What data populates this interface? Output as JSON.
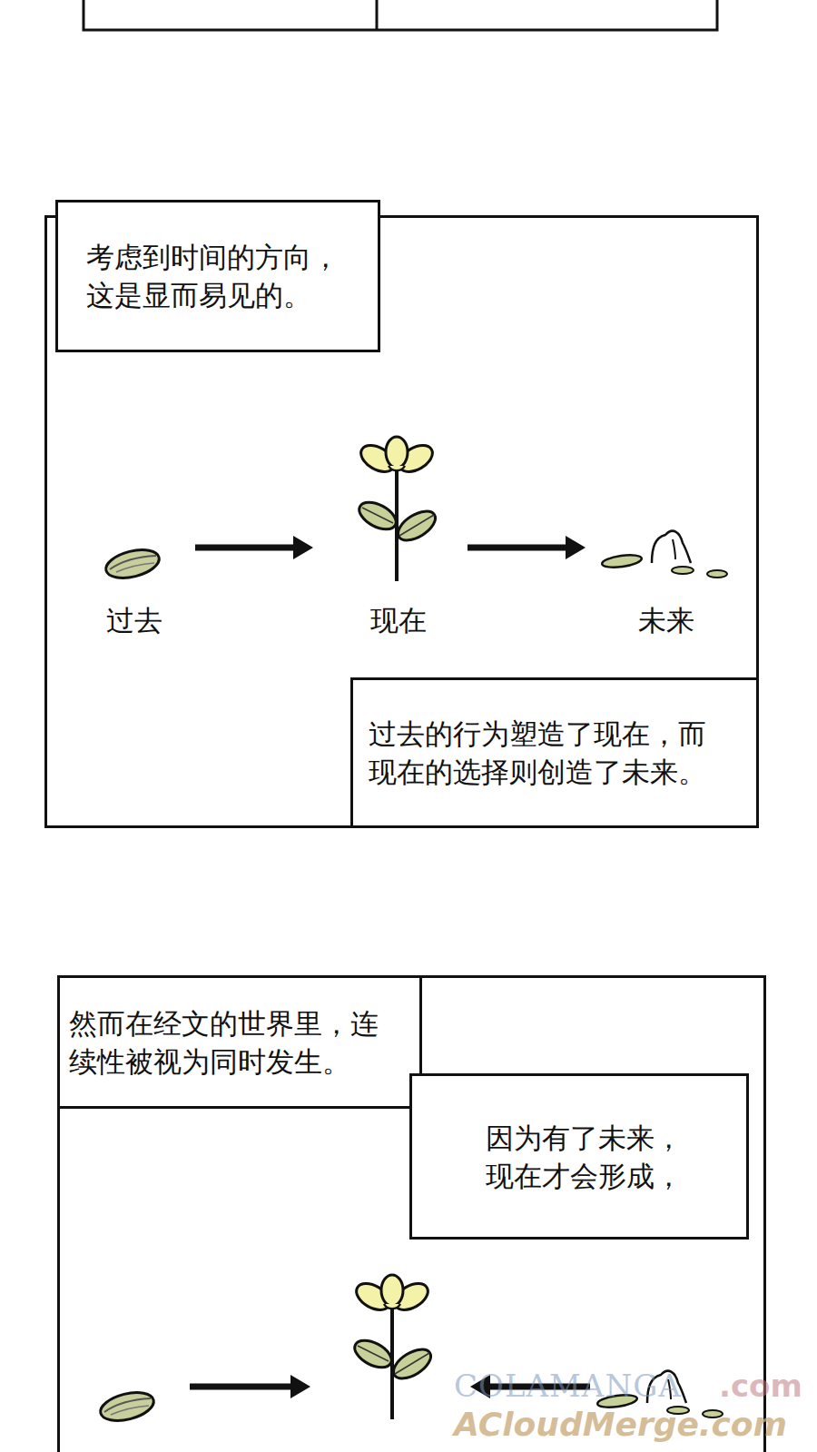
{
  "diagram": {
    "nodes": [
      {
        "text": []
      },
      {
        "text": [
          "考虑到时间的方向， 这是显而易见的。"
        ],
        "in": 0
      },
      {
        "text": [
          "过去"
        ],
        "in": 0
      },
      {
        "text": [
          "现在"
        ],
        "in": 0
      },
      {
        "text": [
          "未来"
        ],
        "in": 0
      },
      {
        "text": [
          "过去的行为塑造了现在，而 现在的选择则创造了未来。"
        ],
        "in": 0
      },
      {
        "text": []
      },
      {
        "text": [
          "然而在经文的世界里，连 续性被视为同时发生。"
        ],
        "in": 6
      },
      {
        "text": [
          "因为有了未来， 现在才会形成，"
        ],
        "in": 6
      }
    ],
    "edges": [
      {
        "from": 2,
        "to": 3,
        "arrow": "to"
      },
      {
        "from": 3,
        "to": 4,
        "arrow": "to"
      }
    ],
    "labels": [
      "COLAMANGA",
      ".com",
      "ACloudMerge.com"
    ]
  }
}
